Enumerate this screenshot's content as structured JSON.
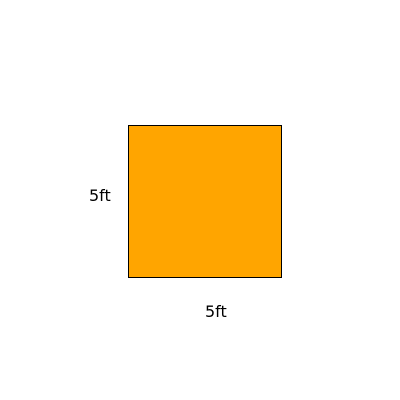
{
  "diagram": {
    "shape": "square",
    "fill_color": "#FFA500",
    "stroke_color": "#000000",
    "side_label": "5ft",
    "bottom_label": "5ft"
  }
}
